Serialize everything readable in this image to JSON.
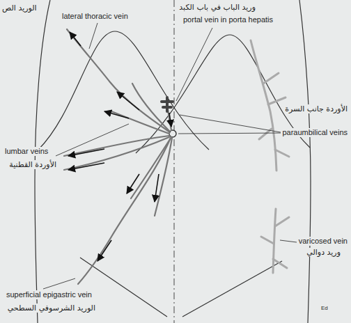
{
  "diagram": {
    "labels": [
      "الوريد الص",
      "lateral thoracic vein",
      "وريد الباب في باب الكبد",
      "portal vein in porta hepatis",
      "lumbar veins",
      "الأوردة القطنية",
      "الأوردة جانب السرة",
      "paraumbilical veins",
      "varicosed vein",
      "وريد دوالي",
      "superficial epigastric vein",
      "الوريد الشرسوفي السطحي",
      "Ed"
    ]
  }
}
